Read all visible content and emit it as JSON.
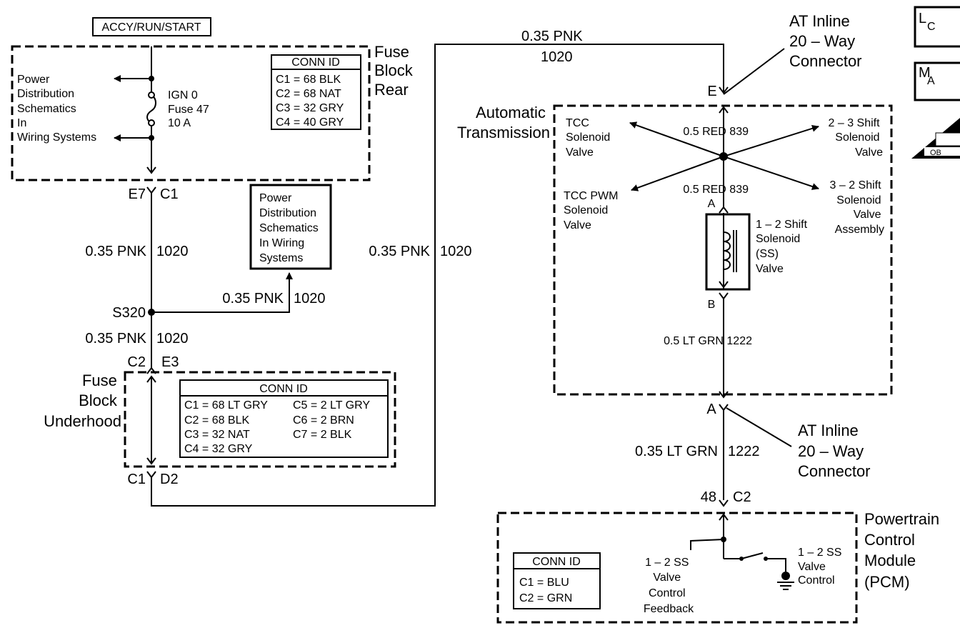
{
  "top_box": {
    "label": "ACCY/RUN/START"
  },
  "fuse_block_rear": {
    "title_lines": [
      "Fuse",
      "Block",
      "Rear"
    ],
    "left_note_lines": [
      "Power",
      "Distribution",
      "Schematics",
      "In",
      "Wiring Systems"
    ],
    "fuse_lines": [
      "IGN 0",
      "Fuse  47",
      "10 A"
    ],
    "conn_id": {
      "title": "CONN ID",
      "rows": [
        "C1 = 68 BLK",
        "C2 = 68 NAT",
        "C3 = 32 GRY",
        "C4 = 40 GRY"
      ]
    },
    "pins": {
      "left": "E7",
      "right": "C1"
    }
  },
  "wire_1020_upper": {
    "label_a": "0.35 PNK",
    "label_b": "1020"
  },
  "power_box": {
    "lines": [
      "Power",
      "Distribution",
      "Schematics",
      "In Wiring",
      "Systems"
    ]
  },
  "splice": {
    "label": "S320"
  },
  "wire_1020_branch": {
    "label_a": "0.35 PNK",
    "label_b": "1020"
  },
  "wire_1020_lower": {
    "label_a": "0.35 PNK",
    "label_b": "1020"
  },
  "fuse_block_underhood": {
    "title_lines": [
      "Fuse",
      "Block",
      "Underhood"
    ],
    "top_pins": {
      "left": "C2",
      "right": "E3"
    },
    "bottom_pins": {
      "left": "C1",
      "right": "D2"
    },
    "conn_id": {
      "title": "CONN ID",
      "rows_left": [
        "C1 = 68 LT GRY",
        "C2 = 68 BLK",
        "C3 = 32 NAT",
        "C4 = 32 GRY"
      ],
      "rows_right": [
        "C5 = 2 LT GRY",
        "C6 = 2 BRN",
        "C7 = 2 BLK"
      ]
    }
  },
  "wire_1020_vertical_right": {
    "label_a": "0.35 PNK",
    "label_b": "1020"
  },
  "wire_1020_top": {
    "label_a": "0.35 PNK",
    "label_b": "1020"
  },
  "at_inline_top": {
    "lines": [
      "AT Inline",
      "20 – Way",
      "Connector"
    ],
    "pin": "E"
  },
  "auto_trans": {
    "title_lines": [
      "Automatic",
      "Transmission"
    ],
    "tcc_sol": [
      "TCC",
      "Solenoid",
      "Valve"
    ],
    "tcc_pwm": [
      "TCC PWM",
      "Solenoid",
      "Valve"
    ],
    "shift23": [
      "2 – 3 Shift",
      "Solenoid",
      "Valve"
    ],
    "shift32": [
      "3 – 2 Shift",
      "Solenoid",
      "Valve",
      "Assembly"
    ],
    "wire_839_a": "0.5 RED  839",
    "wire_839_b": "0.5 RED  839",
    "ss12": [
      "1 – 2 Shift",
      "Solenoid",
      "(SS)",
      "Valve"
    ],
    "pin_a": "A",
    "pin_b": "B",
    "wire_1222_inner": "0.5 LT GRN  1222"
  },
  "at_inline_bottom": {
    "lines": [
      "AT Inline",
      "20 – Way",
      "Connector"
    ],
    "pin": "A"
  },
  "wire_1222_outer": {
    "label_a": "0.35 LT GRN",
    "label_b": "1222"
  },
  "pcm": {
    "pins": {
      "left": "48",
      "right": "C2"
    },
    "title_lines": [
      "Powertrain",
      "Control",
      "Module",
      "(PCM)"
    ],
    "conn_id": {
      "title": "CONN ID",
      "rows": [
        "C1 = BLU",
        "C2 = GRN"
      ]
    },
    "feedback_lines": [
      "1 – 2 SS",
      "Valve",
      "Control",
      "Feedback"
    ],
    "control_lines": [
      "1 – 2 SS",
      "Valve",
      "Control"
    ]
  },
  "legend_icons": {
    "icon1": "L",
    "icon1_sub": "C",
    "icon2": "M",
    "icon2_sub": "A",
    "icon3_sub": "OB"
  }
}
